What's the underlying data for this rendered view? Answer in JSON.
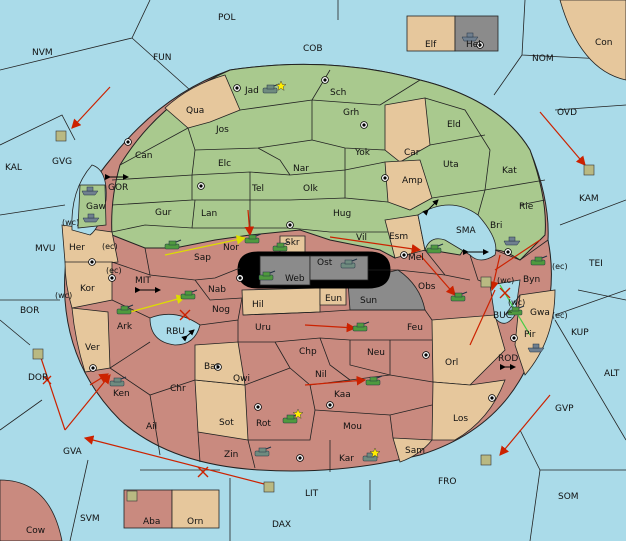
{
  "colors": {
    "sea": "#aadbe9",
    "green": "#a9c98e",
    "tan": "#e6c79c",
    "rose": "#c98a7f",
    "grey": "#8b8b8b",
    "order_red": "#cc2200",
    "order_yellow": "#ffff33",
    "order_green": "#44cc44"
  },
  "icons": {
    "army": "tank-icon",
    "fleet": "ship-icon",
    "supply_center": "supply-center-icon",
    "star": "star-icon",
    "failed_order": "x-mark-icon",
    "convoy": "double-arrow-icon"
  },
  "sea_labels": {
    "pol": "POL",
    "cob": "COB",
    "nvm": "NVM",
    "fun": "FUN",
    "nom": "NOM",
    "ovd": "OVD",
    "kal": "KAL",
    "kam": "KAM",
    "gor": "GOR",
    "mvu": "MVU",
    "tei": "TEI",
    "mit": "MIT",
    "sma": "SMA",
    "bor": "BOR",
    "rbu": "RBU",
    "buc": "BUC",
    "kup": "KUP",
    "rod": "ROD",
    "alt": "ALT",
    "dor": "DOR",
    "gvp": "GVP",
    "gva": "GVA",
    "fro": "FRO",
    "lit": "LIT",
    "som": "SOM",
    "svm": "SVM",
    "dax": "DAX",
    "gvg": "GVG"
  },
  "land_labels": {
    "con": "Con",
    "elf": "Elf",
    "hel": "Hel",
    "jad": "Jad",
    "sch": "Sch",
    "qua": "Qua",
    "jos": "Jos",
    "grh": "Grh",
    "eld": "Eld",
    "can": "Can",
    "elc": "Elc",
    "nar": "Nar",
    "yok": "Yok",
    "car": "Car",
    "uta": "Uta",
    "kat": "Kat",
    "tel": "Tel",
    "olk": "Olk",
    "amp": "Amp",
    "rie": "Rie",
    "gur": "Gur",
    "lan": "Lan",
    "hug": "Hug",
    "gaw": "Gaw",
    "bri": "Bri",
    "vil": "Vil",
    "esm": "Esm",
    "sap": "Sap",
    "nor": "Nor",
    "skr": "Skr",
    "ost": "Ost",
    "her": "Her",
    "web": "Web",
    "mel": "Mel",
    "byn": "Byn",
    "kor": "Kor",
    "nab": "Nab",
    "eun": "Eun",
    "sun": "Sun",
    "obs": "Obs",
    "hil": "Hil",
    "gwa": "Gwa",
    "ark": "Ark",
    "nog": "Nog",
    "uru": "Uru",
    "feu": "Feu",
    "pir": "Pir",
    "ver": "Ver",
    "chp": "Chp",
    "neu": "Neu",
    "orl": "Orl",
    "bar": "Bar",
    "qwi": "Qwi",
    "nil": "Nil",
    "chr": "Chr",
    "ken": "Ken",
    "kaa": "Kaa",
    "los": "Los",
    "sot": "Sot",
    "rot": "Rot",
    "mou": "Mou",
    "ail": "Ail",
    "zin": "Zin",
    "kar": "Kar",
    "sam": "Sam",
    "cow": "Cow",
    "aba": "Aba",
    "orn": "Orn"
  },
  "coast_labels": {
    "her_wc": "(wc)",
    "her_ec": "(ec)",
    "kor_ec": "(ec)",
    "kor_wc": "(wc)",
    "byn_wc": "(wc)",
    "byn_ec": "(ec)",
    "gwa_wc": "(wc)",
    "gwa_ec": "(ec)"
  }
}
